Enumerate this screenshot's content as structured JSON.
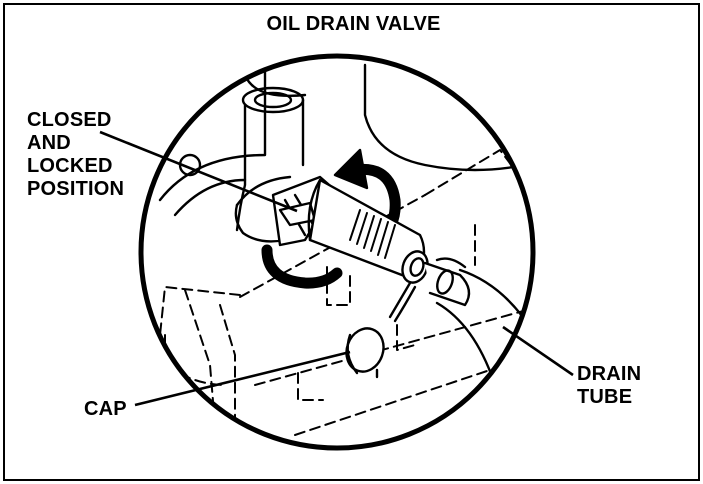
{
  "title": "OIL DRAIN VALVE",
  "labels": {
    "closed": [
      "CLOSED",
      "AND",
      "LOCKED",
      "POSITION"
    ],
    "drain": [
      "DRAIN",
      "TUBE"
    ],
    "cap": "CAP"
  }
}
